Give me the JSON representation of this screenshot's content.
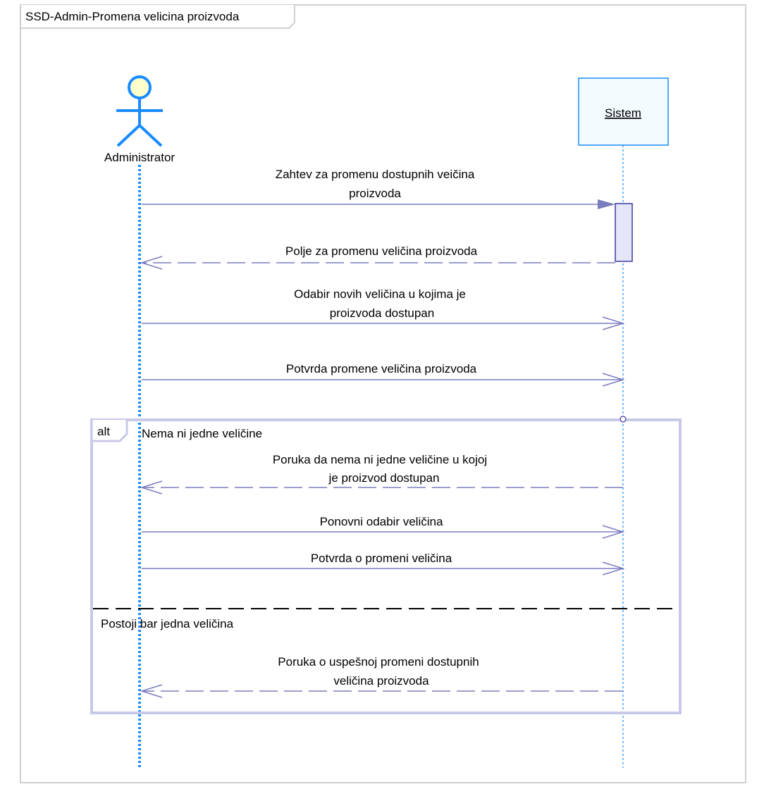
{
  "frame": {
    "title": "SSD-Admin-Promena velicina proizvoda"
  },
  "lifelines": {
    "actor": {
      "name": "Administrator"
    },
    "system": {
      "name": "Sistem"
    }
  },
  "messages": [
    {
      "lines": [
        "Zahtev za promenu dostupnih veičina",
        "proizvoda"
      ],
      "kind": "call",
      "direction": "to-system"
    },
    {
      "lines": [
        "Polje za promenu veličina proizvoda"
      ],
      "kind": "return",
      "direction": "to-actor"
    },
    {
      "lines": [
        "Odabir novih veličina u kojima je",
        "proizvoda dostupan"
      ],
      "kind": "async",
      "direction": "to-system"
    },
    {
      "lines": [
        "Potvrda promene veličina proizvoda"
      ],
      "kind": "async",
      "direction": "to-system"
    },
    {
      "lines": [
        "Poruka da nema ni jedne veličine u kojoj",
        "je proizvod dostupan"
      ],
      "kind": "return",
      "direction": "to-actor"
    },
    {
      "lines": [
        "Ponovni odabir veličina"
      ],
      "kind": "async",
      "direction": "to-system"
    },
    {
      "lines": [
        "Potvrda o promeni veličina"
      ],
      "kind": "async",
      "direction": "to-system"
    },
    {
      "lines": [
        "Poruka o uspešnoj promeni dostupnih",
        "veličina proizvoda"
      ],
      "kind": "return",
      "direction": "to-actor"
    }
  ],
  "fragment": {
    "operator": "alt",
    "guard1": "Nema ni jedne veličine",
    "guard2": "Postoji bar jedna veličina"
  },
  "colors": {
    "message": "#7b7bbf",
    "actor": "#1a8cff",
    "actor_head_fill": "#ffffcc",
    "system_box_fill": "#f4fbff",
    "system_box_stroke": "#1a8cff",
    "fragment": "#c8c8e8",
    "activation_fill": "#e6e6fa",
    "activation_stroke": "#3a3a9a",
    "frame": "#c0c0c0"
  }
}
